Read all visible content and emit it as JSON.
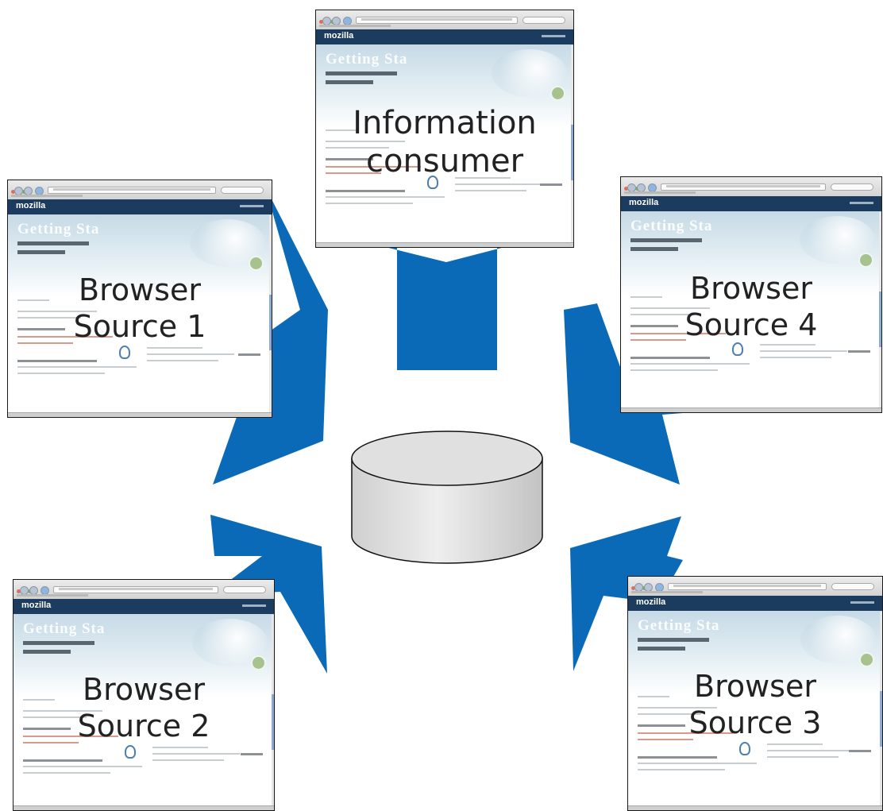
{
  "nodes": {
    "consumer": {
      "label": [
        "Information",
        "consumer"
      ]
    },
    "source1": {
      "label": [
        "Browser",
        "Source 1"
      ]
    },
    "source2": {
      "label": [
        "Browser",
        "Source 2"
      ]
    },
    "source3": {
      "label": [
        "Browser",
        "Source 3"
      ]
    },
    "source4": {
      "label": [
        "Browser",
        "Source 4"
      ]
    }
  },
  "screenshot": {
    "logo": "mozilla",
    "hero_title": "Getting Sta"
  },
  "edges": [
    {
      "from": "source1",
      "to": "database"
    },
    {
      "from": "source2",
      "to": "database"
    },
    {
      "from": "source3",
      "to": "database"
    },
    {
      "from": "source4",
      "to": "database"
    },
    {
      "from": "database",
      "to": "consumer"
    }
  ],
  "colors": {
    "arrow": "#0a6ab8",
    "database_fill": "#e0e0e0",
    "site_header": "#1c3c5f"
  }
}
